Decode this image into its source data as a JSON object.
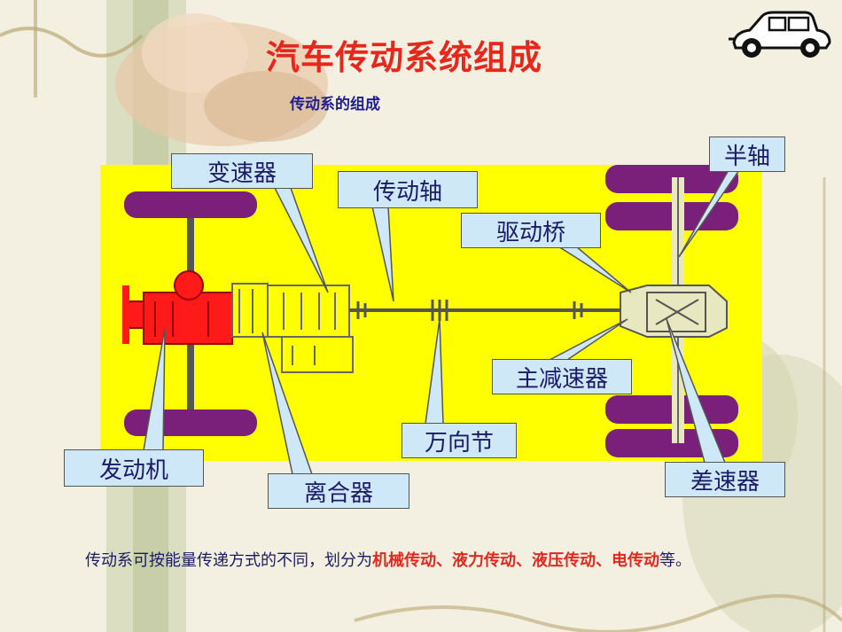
{
  "slide": {
    "title": "汽车传动系统组成",
    "subtitle": "传动系的组成"
  },
  "callouts": {
    "gearbox": "变速器",
    "driveshaft": "传动轴",
    "halfshaft": "半轴",
    "drive_axle": "驱动桥",
    "final_drive": "主减速器",
    "ujoint": "万向节",
    "engine": "发动机",
    "clutch": "离合器",
    "differential": "差速器"
  },
  "description": {
    "part1": "传动系可按能量传递方式的不同，划分为",
    "part2": "机械传动、液力传动、液压传动、电传动",
    "part3": "等。"
  },
  "colors": {
    "title": "#e6281c",
    "subtitle": "#1f1f8f",
    "panel": "#ffff00",
    "engine": "#ff1a1a",
    "tire": "#7a1f7a",
    "callout_fill": "#cfe8f8"
  },
  "icons": {
    "car": "vintage-car-icon"
  }
}
